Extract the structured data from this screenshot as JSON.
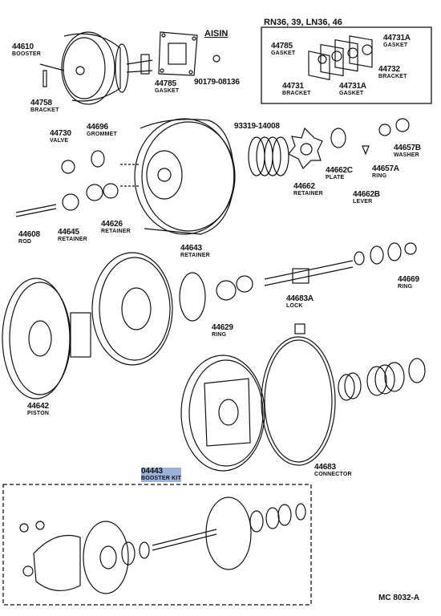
{
  "header": {
    "aisin": "AISIN",
    "variant_box_title": "RN36, 39, LN36, 46"
  },
  "labels": {
    "p44610": {
      "num": "44610",
      "name": "BOOSTER"
    },
    "p44758": {
      "num": "44758",
      "name": "BRACKET"
    },
    "p44785a": {
      "num": "44785",
      "name": "GASKET"
    },
    "p90179": {
      "num": "90179-08136",
      "name": ""
    },
    "p44785b": {
      "num": "44785",
      "name": "GASKET"
    },
    "p44731A_top": {
      "num": "44731A",
      "name": "GASKET"
    },
    "p44732": {
      "num": "44732",
      "name": "BRACKET"
    },
    "p44731": {
      "num": "44731",
      "name": "BRACKET"
    },
    "p44731A_bot": {
      "num": "44731A",
      "name": "GASKET"
    },
    "p44730": {
      "num": "44730",
      "name": "VALVE"
    },
    "p44696": {
      "num": "44696",
      "name": "GROMMET"
    },
    "p93319": {
      "num": "93319-14008",
      "name": ""
    },
    "p44608": {
      "num": "44608",
      "name": "ROD"
    },
    "p44645": {
      "num": "44645",
      "name": "RETAINER"
    },
    "p44626": {
      "num": "44626",
      "name": "RETAINER"
    },
    "p44662": {
      "num": "44662",
      "name": "RETAINER"
    },
    "p44662C": {
      "num": "44662C",
      "name": "PLATE"
    },
    "p44662B": {
      "num": "44662B",
      "name": "LEVER"
    },
    "p44657A": {
      "num": "44657A",
      "name": "RING"
    },
    "p44657B": {
      "num": "44657B",
      "name": "WASHER"
    },
    "p44643": {
      "num": "44643",
      "name": "RETAINER"
    },
    "p44629": {
      "num": "44629",
      "name": "RING"
    },
    "p44669": {
      "num": "44669",
      "name": "RING"
    },
    "p44683A": {
      "num": "44683A",
      "name": "LOCK"
    },
    "p44642": {
      "num": "44642",
      "name": "PISTON"
    },
    "p44683": {
      "num": "44683",
      "name": "CONNECTOR"
    },
    "p04443": {
      "num": "04443",
      "name": "BOOSTER KIT"
    }
  },
  "reference": "MC 8032-A"
}
